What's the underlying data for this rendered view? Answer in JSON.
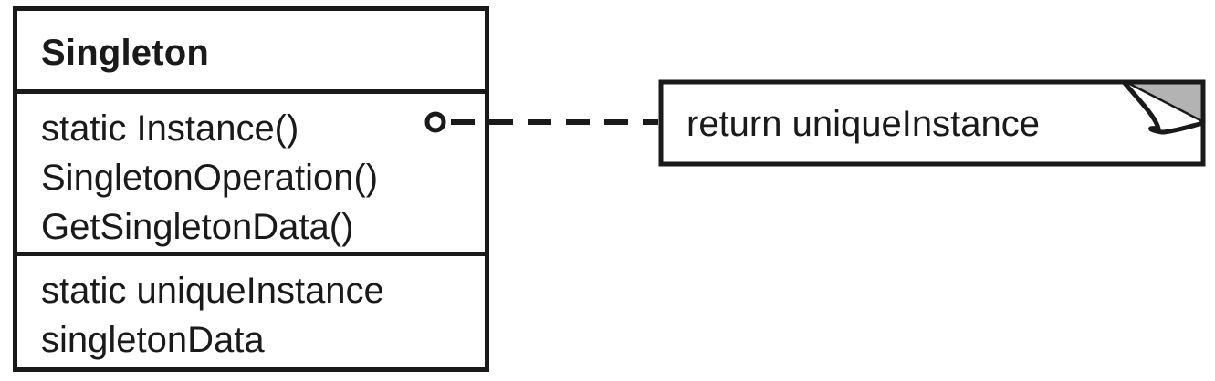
{
  "class": {
    "name": "Singleton",
    "operations": [
      "static Instance()",
      "SingletonOperation()",
      "GetSingletonData()"
    ],
    "attributes": [
      "static uniqueInstance",
      "singletonData"
    ]
  },
  "note": {
    "text": "return uniqueInstance",
    "corner_fill": "#b3b3b3"
  },
  "colors": {
    "stroke": "#1a1a1a",
    "background": "#ffffff"
  }
}
